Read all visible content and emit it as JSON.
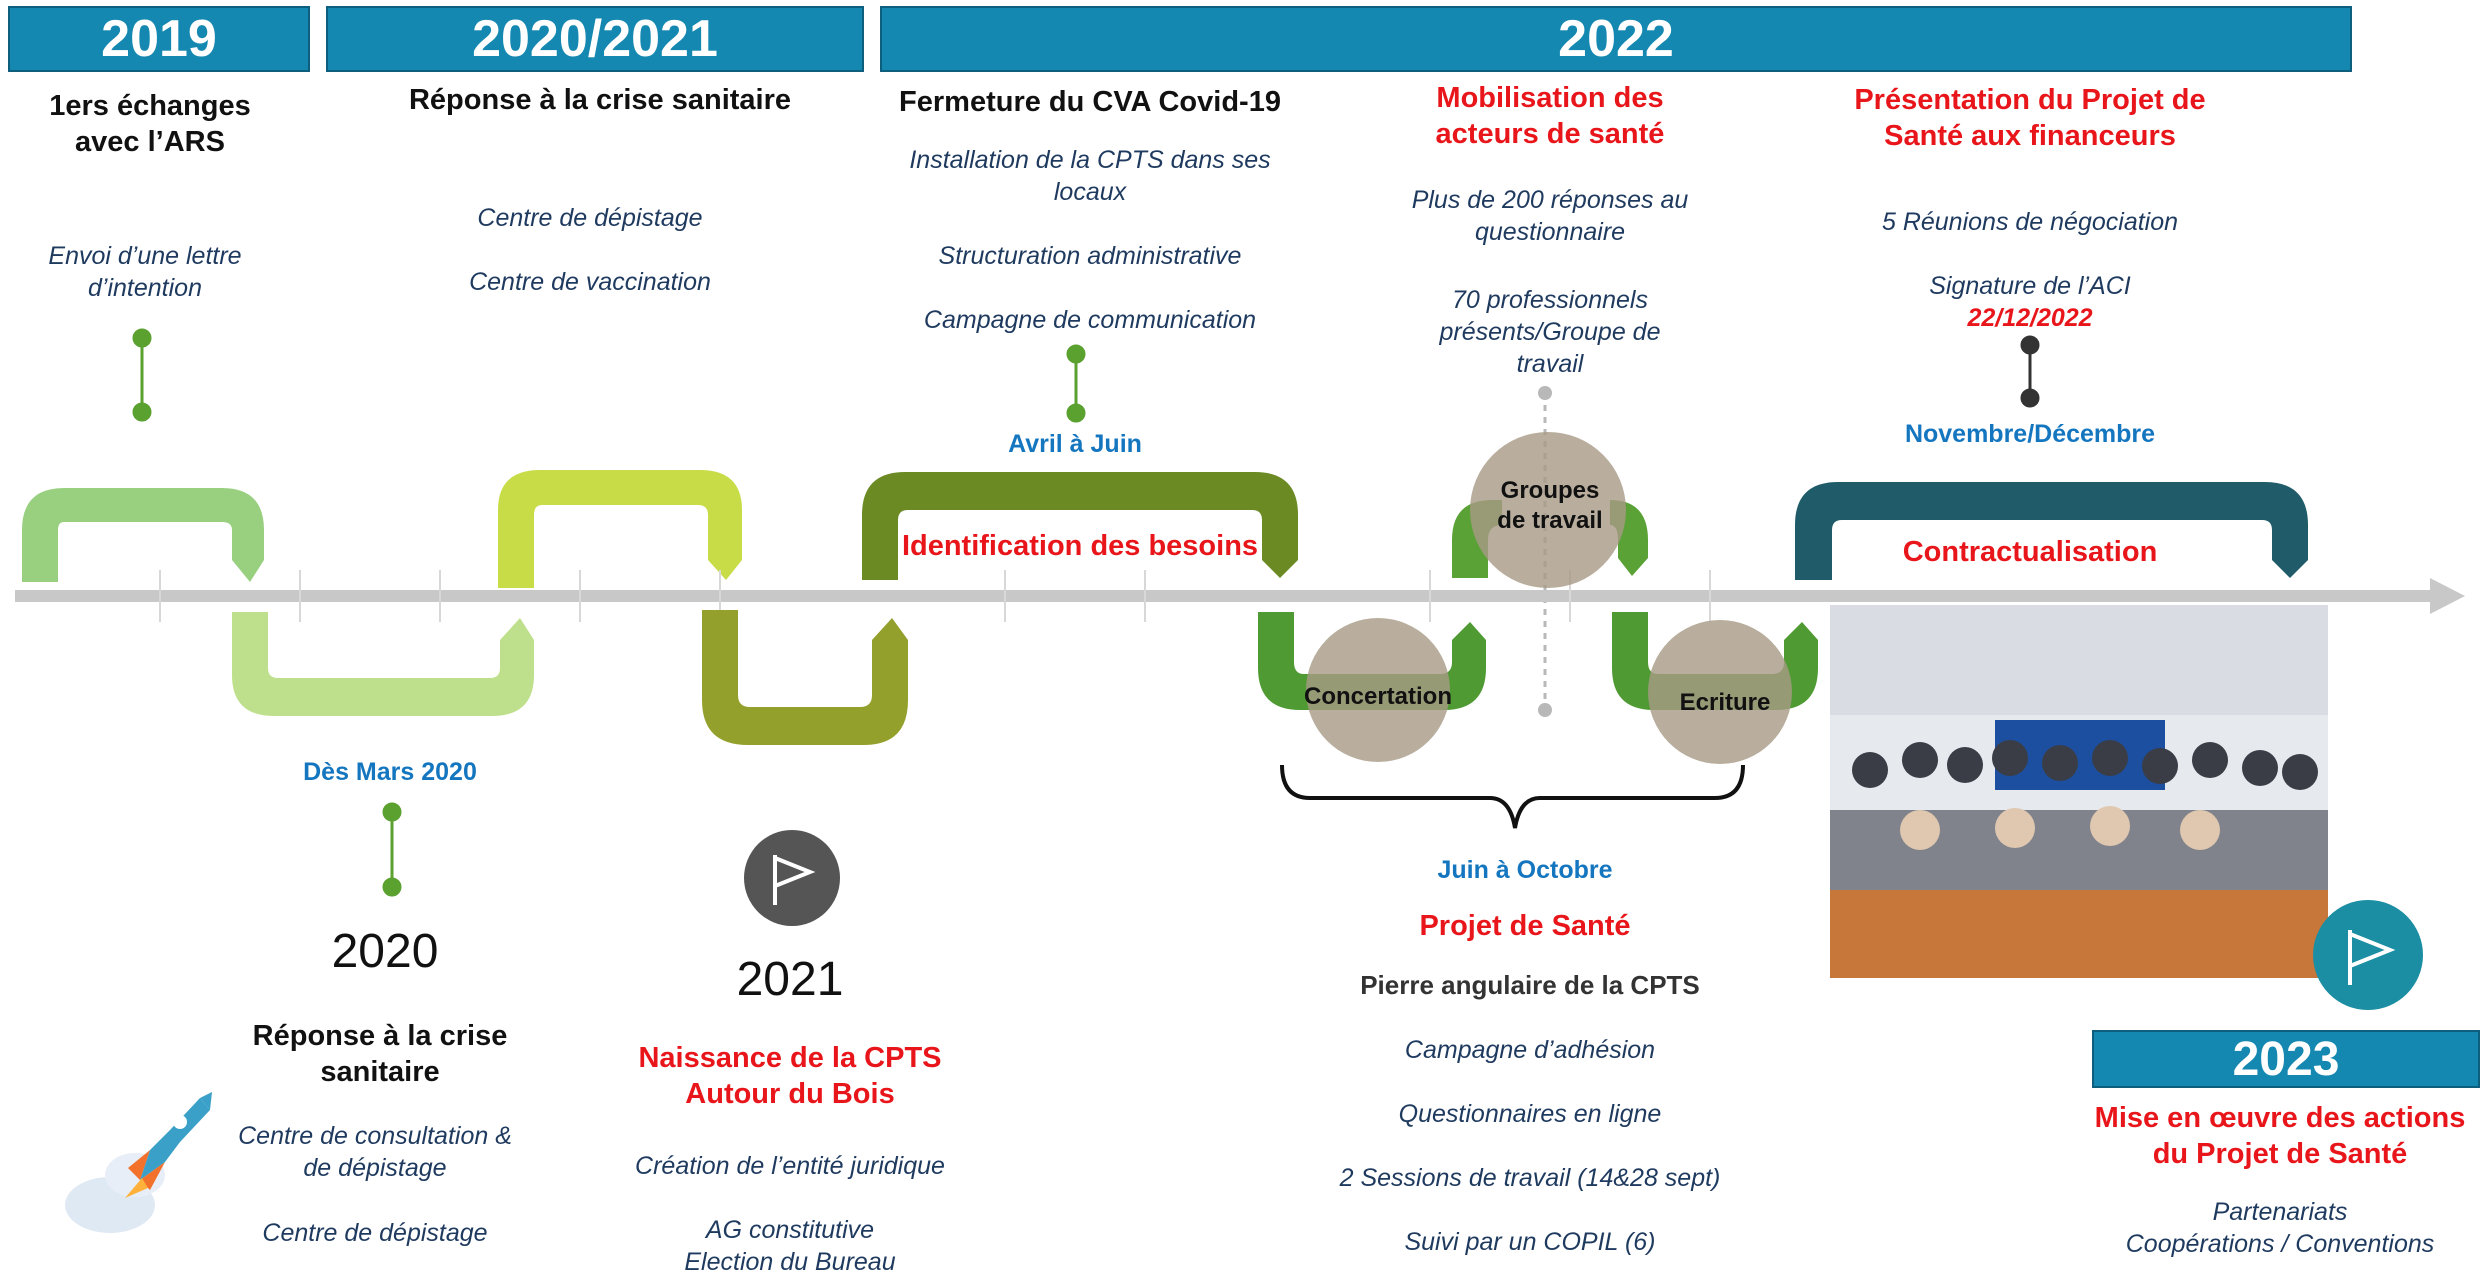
{
  "bands": {
    "y2019": "2019",
    "y2020_2021": "2020/2021",
    "y2022": "2022",
    "y2023": "2023"
  },
  "col2019": {
    "heading_line1": "1ers échanges",
    "heading_line2": "avec l’ARS",
    "item_line1": "Envoi d’une lettre",
    "item_line2": "d’intention"
  },
  "col2020_2021": {
    "heading": "Réponse à la crise sanitaire",
    "items": [
      "Centre de dépistage",
      "Centre de vaccination"
    ]
  },
  "colCVA": {
    "heading": "Fermeture du CVA Covid-19",
    "items": [
      "Installation de la CPTS dans ses",
      "locaux",
      "Structuration administrative",
      "Campagne de communication"
    ],
    "period": "Avril à Juin"
  },
  "colMobilisation": {
    "heading_line1": "Mobilisation des",
    "heading_line2": "acteurs de santé",
    "items": [
      "Plus de 200 réponses au",
      "questionnaire",
      "70 professionnels",
      "présents/Groupe de",
      "travail"
    ]
  },
  "colPresentation": {
    "heading_line1": "Présentation du Projet de",
    "heading_line2": "Santé aux financeurs",
    "items": [
      "5 Réunions de négociation",
      "Signature de l’ACI"
    ],
    "date": "22/12/2022",
    "period": "Novembre/Décembre"
  },
  "timeline": {
    "identification": "Identification des besoins",
    "groupes_line1": "Groupes",
    "groupes_line2": "de travail",
    "concertation": "Concertation",
    "ecriture": "Ecriture",
    "contractualisation": "Contractualisation"
  },
  "col2020": {
    "period": "Dès Mars 2020",
    "year": "2020",
    "heading_line1": "Réponse à la crise",
    "heading_line2": "sanitaire",
    "items": [
      "Centre de consultation &",
      "de dépistage",
      "Centre de dépistage"
    ]
  },
  "col2021": {
    "year": "2021",
    "heading_line1": "Naissance de la CPTS",
    "heading_line2": "Autour du Bois",
    "items": [
      "Création de l’entité juridique",
      "AG constitutive",
      "Election du Bureau"
    ]
  },
  "colProjet": {
    "period": "Juin à Octobre",
    "heading": "Projet de Santé",
    "subheading": "Pierre angulaire de la CPTS",
    "items": [
      "Campagne d’adhésion",
      "Questionnaires en ligne",
      "2 Sessions de travail (14&28 sept)",
      "Suivi par un COPIL (6)"
    ]
  },
  "col2023": {
    "heading_line1": "Mise en œuvre des actions",
    "heading_line2": "du Projet de Santé",
    "items": [
      "Partenariats",
      "Coopérations / Conventions"
    ]
  },
  "icons": {
    "rocket": "rocket-icon",
    "flag": "flag-icon"
  },
  "colors": {
    "band": "#1488b0",
    "red": "#e8161b",
    "blue": "#1576c0",
    "axis": "#c8c8c8"
  }
}
